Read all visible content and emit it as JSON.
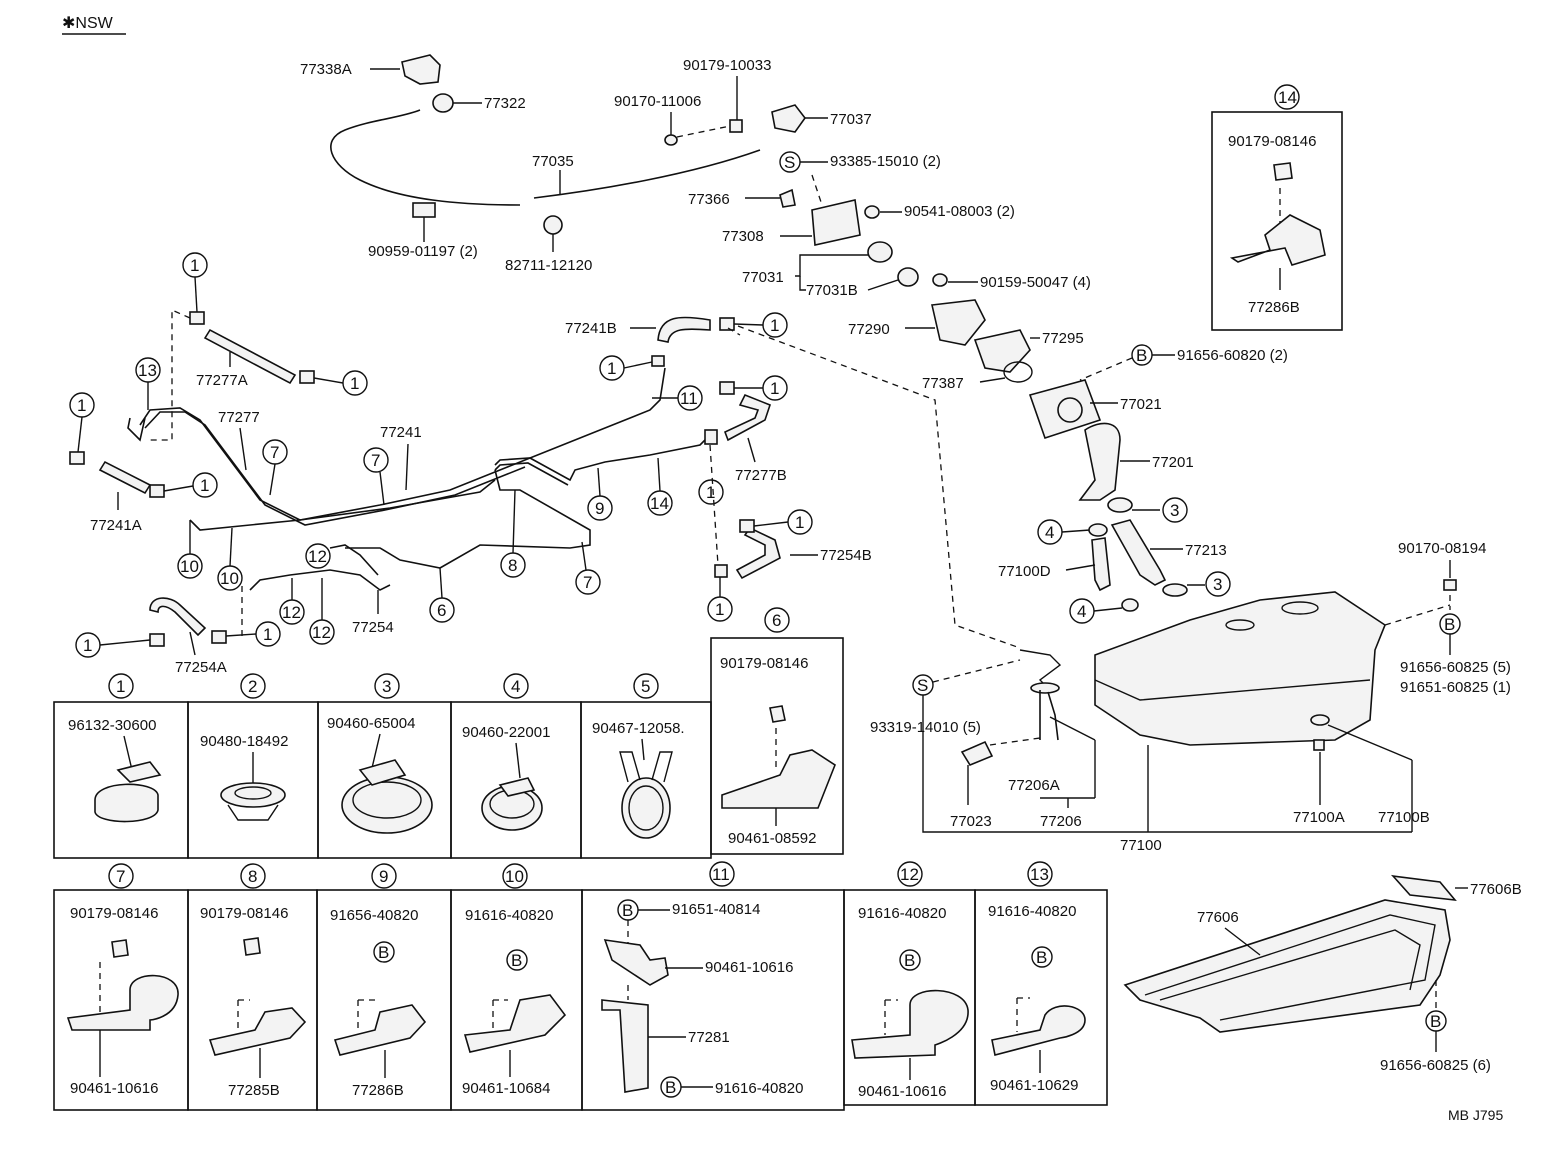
{
  "header": {
    "tag": "✱NSW"
  },
  "footer": {
    "code": "MB J795"
  },
  "callouts": {
    "c1": "1",
    "c2": "2",
    "c3": "3",
    "c4": "4",
    "c5": "5",
    "c6": "6",
    "c7": "7",
    "c8": "8",
    "c9": "9",
    "c10": "10",
    "c11": "11",
    "c12": "12",
    "c13": "13",
    "c14": "14",
    "cS": "S",
    "cB": "B"
  },
  "labels": {
    "p77338A": "77338A",
    "p77322": "77322",
    "p90179_10033": "90179-10033",
    "p90170_11006": "90170-11006",
    "p77037": "77037",
    "p77035": "77035",
    "p93385_15010": "93385-15010 (2)",
    "p77366": "77366",
    "p90541_08003": "90541-08003 (2)",
    "p77308": "77308",
    "p90959_01197": "90959-01197 (2)",
    "p82711_12120": "82711-12120",
    "p77031": "77031",
    "p77031B": "77031B",
    "p90159_50047": "90159-50047 (4)",
    "p77241B": "77241B",
    "p77290": "77290",
    "p77295": "77295",
    "p77387": "77387",
    "p91656_60820": "91656-60820 (2)",
    "p77021": "77021",
    "p77201": "77201",
    "p77213": "77213",
    "p77100D": "77100D",
    "p77277A": "77277A",
    "p77277": "77277",
    "p77241": "77241",
    "p77241A": "77241A",
    "p77277B": "77277B",
    "p77254B": "77254B",
    "p77254": "77254",
    "p77254A": "77254A",
    "p90170_08194": "90170-08194",
    "p91656_60825_5": "91656-60825 (5)",
    "p91651_60825_1": "91651-60825 (1)",
    "p93319_14010": "93319-14010 (5)",
    "p77206A": "77206A",
    "p77023": "77023",
    "p77206": "77206",
    "p77100": "77100",
    "p77100A": "77100A",
    "p77100B": "77100B",
    "p77286B_top": "77286B",
    "p90179_08146_top": "90179-08146",
    "p77606B": "77606B",
    "p77606": "77606",
    "p91656_60825_6": "91656-60825 (6)"
  },
  "boxes": [
    {
      "num": "1",
      "top": "96132-30600",
      "bottom": ""
    },
    {
      "num": "2",
      "top": "90480-18492",
      "bottom": ""
    },
    {
      "num": "3",
      "top": "90460-65004",
      "bottom": ""
    },
    {
      "num": "4",
      "top": "90460-22001",
      "bottom": ""
    },
    {
      "num": "5",
      "top": "90467-12058.",
      "bottom": ""
    },
    {
      "num": "6",
      "top": "90179-08146",
      "bottom": "90461-08592"
    },
    {
      "num": "7",
      "top": "90179-08146",
      "bottom": "90461-10616"
    },
    {
      "num": "8",
      "top": "90179-08146",
      "bottom": "77285B"
    },
    {
      "num": "9",
      "top": "91656-40820",
      "bottom": "77286B"
    },
    {
      "num": "10",
      "top": "91616-40820",
      "bottom": "90461-10684"
    },
    {
      "num": "11",
      "top": "91651-40814",
      "mid1": "90461-10616",
      "mid2": "77281",
      "bottom": "91616-40820"
    },
    {
      "num": "12",
      "top": "91616-40820",
      "bottom": "90461-10616"
    },
    {
      "num": "13",
      "top": "91616-40820",
      "bottom": "90461-10629"
    }
  ]
}
